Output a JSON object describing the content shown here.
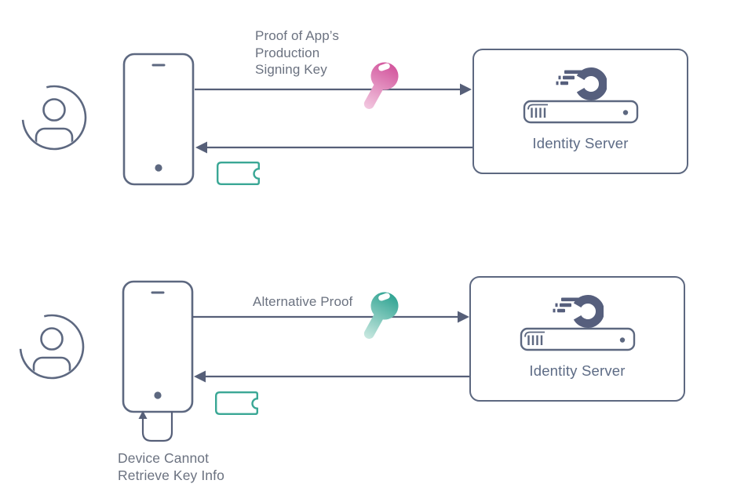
{
  "diagram": {
    "rows": [
      {
        "actor": "user",
        "device": "smartphone",
        "request": {
          "label": "Proof of App’s\nProduction\nSigning Key",
          "icon": "key",
          "icon_color": "#D2549C"
        },
        "response": {
          "icon": "ticket",
          "icon_color": "#3AA795"
        },
        "server": {
          "label": "Identity Server"
        }
      },
      {
        "actor": "user",
        "device": "smartphone",
        "request": {
          "label": "Alternative Proof",
          "icon": "key",
          "icon_color": "#2EA392"
        },
        "response": {
          "icon": "ticket",
          "icon_color": "#3AA795"
        },
        "server": {
          "label": "Identity Server"
        },
        "note": {
          "label": "Device Cannot\nRetrieve Key Info"
        }
      }
    ],
    "colors": {
      "stroke": "#5D6880",
      "arrow": "#565F78",
      "label_text": "#6B7280",
      "server_text": "#5D6B85",
      "logo": "#565F7D",
      "pink_key_start": "#D2549C",
      "pink_key_end": "#F2C8E0",
      "teal_key_start": "#2EA392",
      "teal_key_end": "#C9E8E0",
      "ticket": "#3AA795"
    }
  }
}
